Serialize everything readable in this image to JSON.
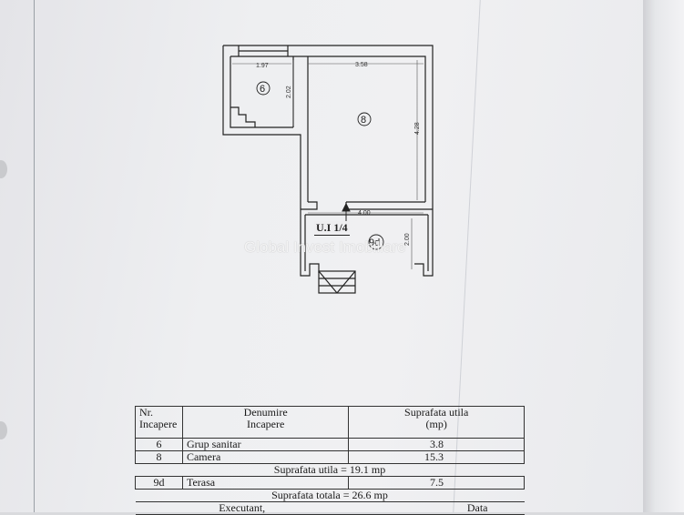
{
  "floor_plan": {
    "dimensions": {
      "room6_width": "1.97",
      "room8_width": "3.58",
      "room6_height": "2.02",
      "room8_height": "4.28",
      "terrace_width": "4.00",
      "terrace_height": "2.00"
    },
    "rooms": {
      "room6": "6",
      "room8": "8",
      "terrace": "9d"
    },
    "unit_label": "U.I 1/4",
    "watermark": "Global Invest Imobiliare"
  },
  "table": {
    "headers": {
      "nr": [
        "Nr.",
        "Incapere"
      ],
      "name": [
        "Denumire",
        "Incapere"
      ],
      "area": [
        "Suprafata utila",
        "(mp)"
      ]
    },
    "rows": [
      {
        "nr": "6",
        "name": "Grup sanitar",
        "area": "3.8"
      },
      {
        "nr": "8",
        "name": "Camera",
        "area": "15.3"
      }
    ],
    "usable_total": "Suprafata utila = 19.1 mp",
    "terrace_row": {
      "nr": "9d",
      "name": "Terasa",
      "area": "7.5"
    },
    "grand_total": "Suprafata totala = 26.6 mp",
    "executant": "Executant,",
    "date_label": "Data"
  }
}
